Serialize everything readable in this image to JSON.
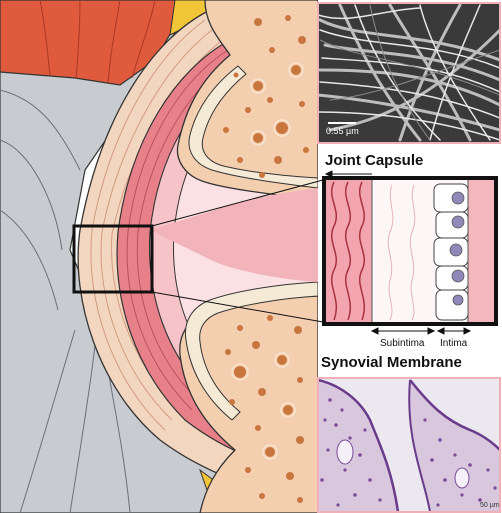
{
  "labels": {
    "joint_capsule": "Joint Capsule",
    "synovial_membrane": "Synovial Membrane",
    "subintima": "Subintima",
    "intima": "Intima",
    "sem_scale": "0.55 µm",
    "histo_scale": "50 µm"
  },
  "colors": {
    "muscle": "#e05a3e",
    "tendon_gray": "#c8ccd0",
    "bone": "#f3cfb0",
    "capsule_pink": "#e8808a",
    "synovium": "#f6c3c8",
    "cavity": "#fbe1e3",
    "cartilage": "#f5ead5",
    "intima_cell": "#9088b8",
    "histology_bg": "#ece8ef",
    "frame_pink": "#f0b0b8"
  }
}
